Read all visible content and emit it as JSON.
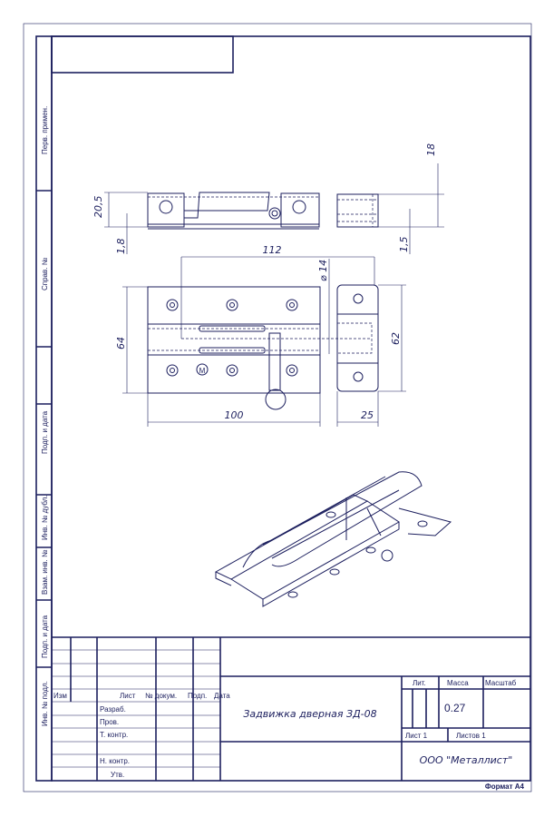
{
  "side_labels": [
    "Перв. примен.",
    "Справ. №",
    "Подп. и дата",
    "Инв. № дубл.",
    "Взам. инв. №",
    "Подп. и дата",
    "Инв. № подл."
  ],
  "dimensions": {
    "d18": "18",
    "d20_5": "20,5",
    "d1_8": "1,8",
    "d1_5": "1,5",
    "d112": "112",
    "d14": "⌀ 14",
    "d64": "64",
    "d62": "62",
    "d100": "100",
    "d25": "25"
  },
  "mark": "M",
  "title_block": {
    "col_headers": [
      "Изм",
      "Лист",
      "№ докум.",
      "Подп.",
      "Дата"
    ],
    "roles": [
      "Разраб.",
      "Пров.",
      "Т. контр.",
      "Н. контр.",
      "Утв."
    ],
    "title": "Задвижка дверная ЗД-08",
    "lit": "Лит.",
    "mass_label": "Масса",
    "scale_label": "Масштаб",
    "mass": "0.27",
    "sheet": "Лист 1",
    "sheets": "Листов 1",
    "company": "ООО \"Металлист\"",
    "format": "Формат А4"
  }
}
